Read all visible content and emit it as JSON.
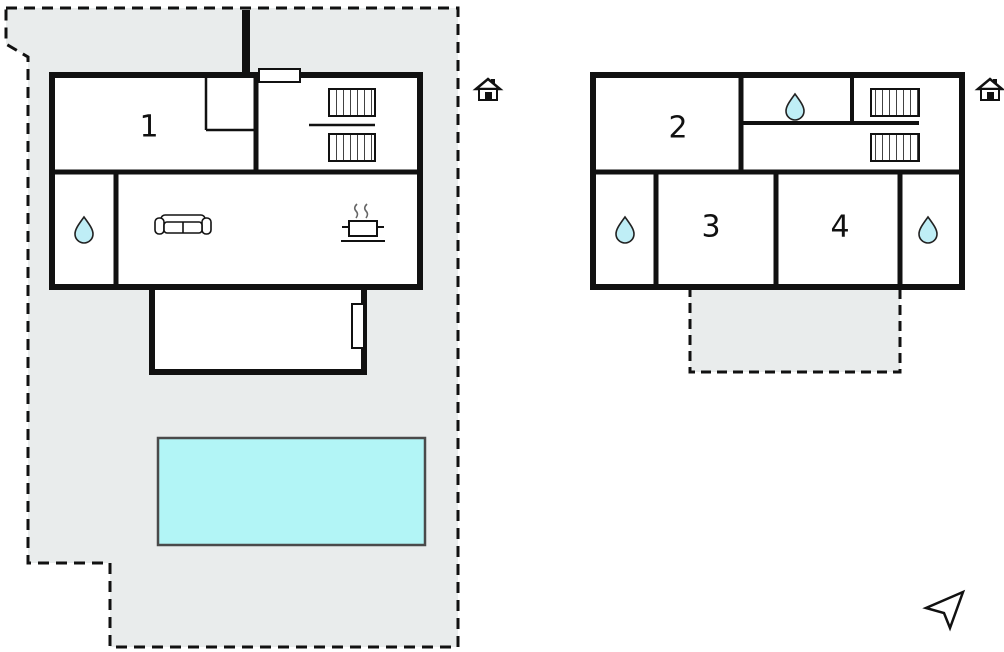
{
  "plan": {
    "type": "vacation-home-floor-plan",
    "floors": [
      {
        "name": "ground-floor",
        "position": "left"
      },
      {
        "name": "upper-floor",
        "position": "right"
      }
    ],
    "rooms": [
      {
        "id": "room-1",
        "label": "1",
        "floor": "ground-floor"
      },
      {
        "id": "room-2",
        "label": "2",
        "floor": "upper-floor"
      },
      {
        "id": "room-3",
        "label": "3",
        "floor": "upper-floor"
      },
      {
        "id": "room-4",
        "label": "4",
        "floor": "upper-floor"
      }
    ],
    "icons": [
      "house-icon",
      "water-drop-icon",
      "stairs-icon",
      "sofa-icon",
      "stove-icon",
      "north-arrow-icon",
      "chimney",
      "entrance-door",
      "pool",
      "terrace"
    ],
    "colors": {
      "plot_fill": "#e9ecec",
      "wall": "#111111",
      "pool_fill": "#b2f5f6",
      "pool_border": "#4a4a4a",
      "water_drop_fill": "#bfeef6",
      "background": "#ffffff"
    }
  }
}
